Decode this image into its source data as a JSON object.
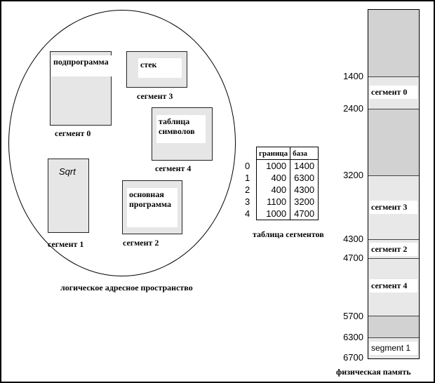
{
  "logical": {
    "title": "логическое адресное пространство",
    "segments": {
      "sub": {
        "name": "подпрограмма",
        "label": "сегмент 0"
      },
      "stack": {
        "name": "стек",
        "label": "сегмент 3"
      },
      "symtab": {
        "name": "таблица символов",
        "label": "сегмент 4"
      },
      "sqrt": {
        "name": "Sqrt",
        "label": "сегмент 1"
      },
      "main": {
        "name": "основная программа",
        "label": "сегмент 2"
      }
    }
  },
  "segment_table": {
    "caption": "таблица сегментов",
    "columns": [
      "граница",
      "база"
    ],
    "rows": [
      {
        "index": "0",
        "limit": "1000",
        "base": "1400"
      },
      {
        "index": "1",
        "limit": "400",
        "base": "6300"
      },
      {
        "index": "2",
        "limit": "400",
        "base": "4300"
      },
      {
        "index": "3",
        "limit": "1100",
        "base": "3200"
      },
      {
        "index": "4",
        "limit": "1000",
        "base": "4700"
      }
    ]
  },
  "physical": {
    "caption": "физическая память",
    "addresses": [
      "1400",
      "2400",
      "3200",
      "4300",
      "4700",
      "5700",
      "6300",
      "6700"
    ],
    "blocks": {
      "seg0": "сегмент 0",
      "seg3": "сегмент 3",
      "seg2": "сегмент 2",
      "seg4": "сегмент 4",
      "seg1": "segment 1"
    }
  },
  "colors": {
    "free": "#d2d2d2",
    "used": "#e8e8e8",
    "border": "#000000"
  }
}
